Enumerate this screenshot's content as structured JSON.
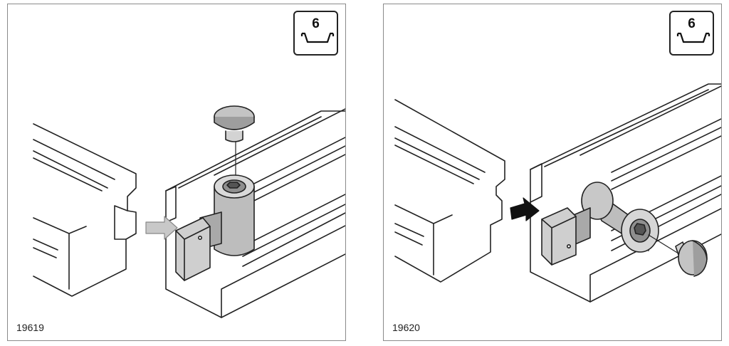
{
  "panels": [
    {
      "figure_id": "19619",
      "tool_size": "6"
    },
    {
      "figure_id": "19620",
      "tool_size": "6"
    }
  ],
  "colors": {
    "line": "#222222",
    "profile_fill": "#ffffff",
    "part_fill": "#bdbdbd",
    "part_dark": "#8f8f8f",
    "arrow_light": "#c8c8c8",
    "arrow_dark": "#111111"
  },
  "icons": {
    "tool": "hex-key-icon"
  }
}
